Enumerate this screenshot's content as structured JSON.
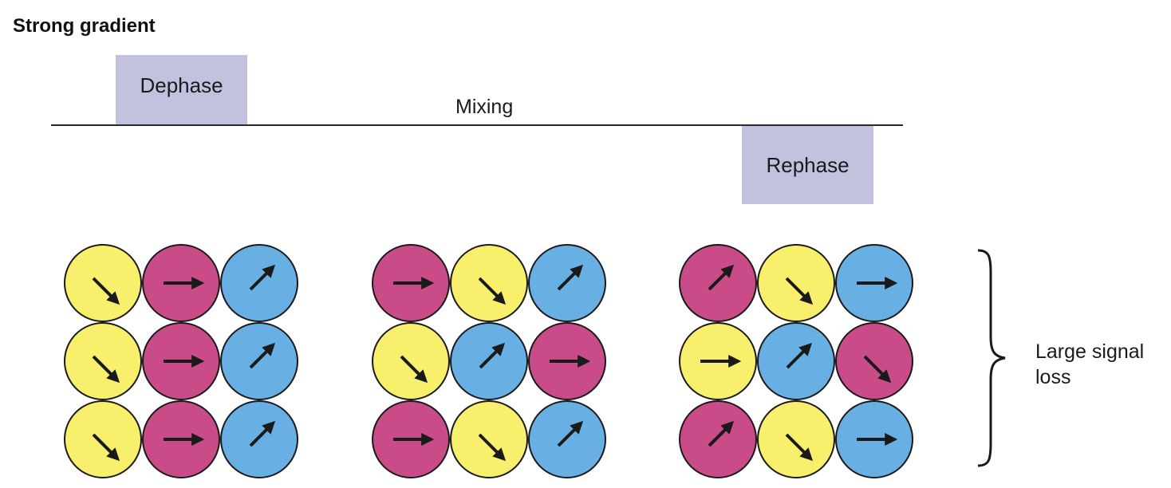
{
  "title": "Strong gradient",
  "timeline": {
    "dephase_label": "Dephase",
    "mixing_label": "Mixing",
    "rephase_label": "Rephase"
  },
  "outcome": {
    "line1": "Large signal",
    "line2": "loss"
  },
  "colors": {
    "yellow": "#f8ef6c",
    "magenta": "#c94b88",
    "blue": "#68b0e3",
    "pulse": "#c2c2de",
    "arrow": "#1a1a1a"
  },
  "grids": [
    {
      "name": "dephase-grid",
      "cells": [
        [
          {
            "color": "yellow",
            "arrow": "down-right"
          },
          {
            "color": "magenta",
            "arrow": "right"
          },
          {
            "color": "blue",
            "arrow": "up-right"
          }
        ],
        [
          {
            "color": "yellow",
            "arrow": "down-right"
          },
          {
            "color": "magenta",
            "arrow": "right"
          },
          {
            "color": "blue",
            "arrow": "up-right"
          }
        ],
        [
          {
            "color": "yellow",
            "arrow": "down-right"
          },
          {
            "color": "magenta",
            "arrow": "right"
          },
          {
            "color": "blue",
            "arrow": "up-right"
          }
        ]
      ]
    },
    {
      "name": "mixing-grid",
      "cells": [
        [
          {
            "color": "magenta",
            "arrow": "right"
          },
          {
            "color": "yellow",
            "arrow": "down-right"
          },
          {
            "color": "blue",
            "arrow": "up-right"
          }
        ],
        [
          {
            "color": "yellow",
            "arrow": "down-right"
          },
          {
            "color": "blue",
            "arrow": "up-right"
          },
          {
            "color": "magenta",
            "arrow": "right"
          }
        ],
        [
          {
            "color": "magenta",
            "arrow": "right"
          },
          {
            "color": "yellow",
            "arrow": "down-right"
          },
          {
            "color": "blue",
            "arrow": "up-right"
          }
        ]
      ]
    },
    {
      "name": "rephase-grid",
      "cells": [
        [
          {
            "color": "magenta",
            "arrow": "up-right"
          },
          {
            "color": "yellow",
            "arrow": "down-right"
          },
          {
            "color": "blue",
            "arrow": "right"
          }
        ],
        [
          {
            "color": "yellow",
            "arrow": "right"
          },
          {
            "color": "blue",
            "arrow": "up-right"
          },
          {
            "color": "magenta",
            "arrow": "down-right"
          }
        ],
        [
          {
            "color": "magenta",
            "arrow": "up-right"
          },
          {
            "color": "yellow",
            "arrow": "down-right"
          },
          {
            "color": "blue",
            "arrow": "right"
          }
        ]
      ]
    }
  ]
}
